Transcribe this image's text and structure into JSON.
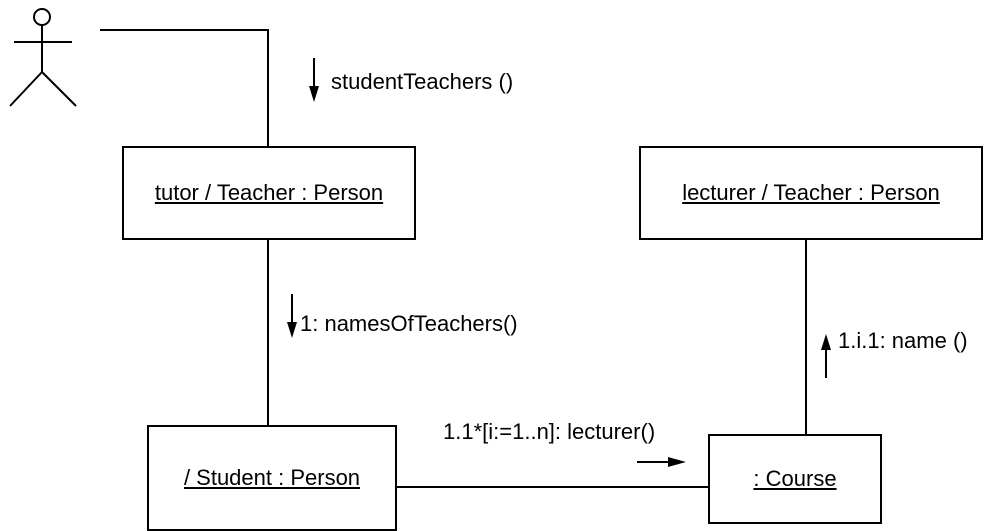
{
  "diagram": {
    "objects": {
      "tutor": "tutor / Teacher : Person",
      "lecturer": "lecturer / Teacher : Person",
      "student": "/ Student : Person",
      "course": ": Course"
    },
    "messages": {
      "student_teachers": "studentTeachers ()",
      "names_of_teachers": "1: namesOfTeachers()",
      "lecturer_call": "1.1*[i:=1..n]: lecturer()",
      "name_call": "1.i.1: name ()"
    }
  }
}
